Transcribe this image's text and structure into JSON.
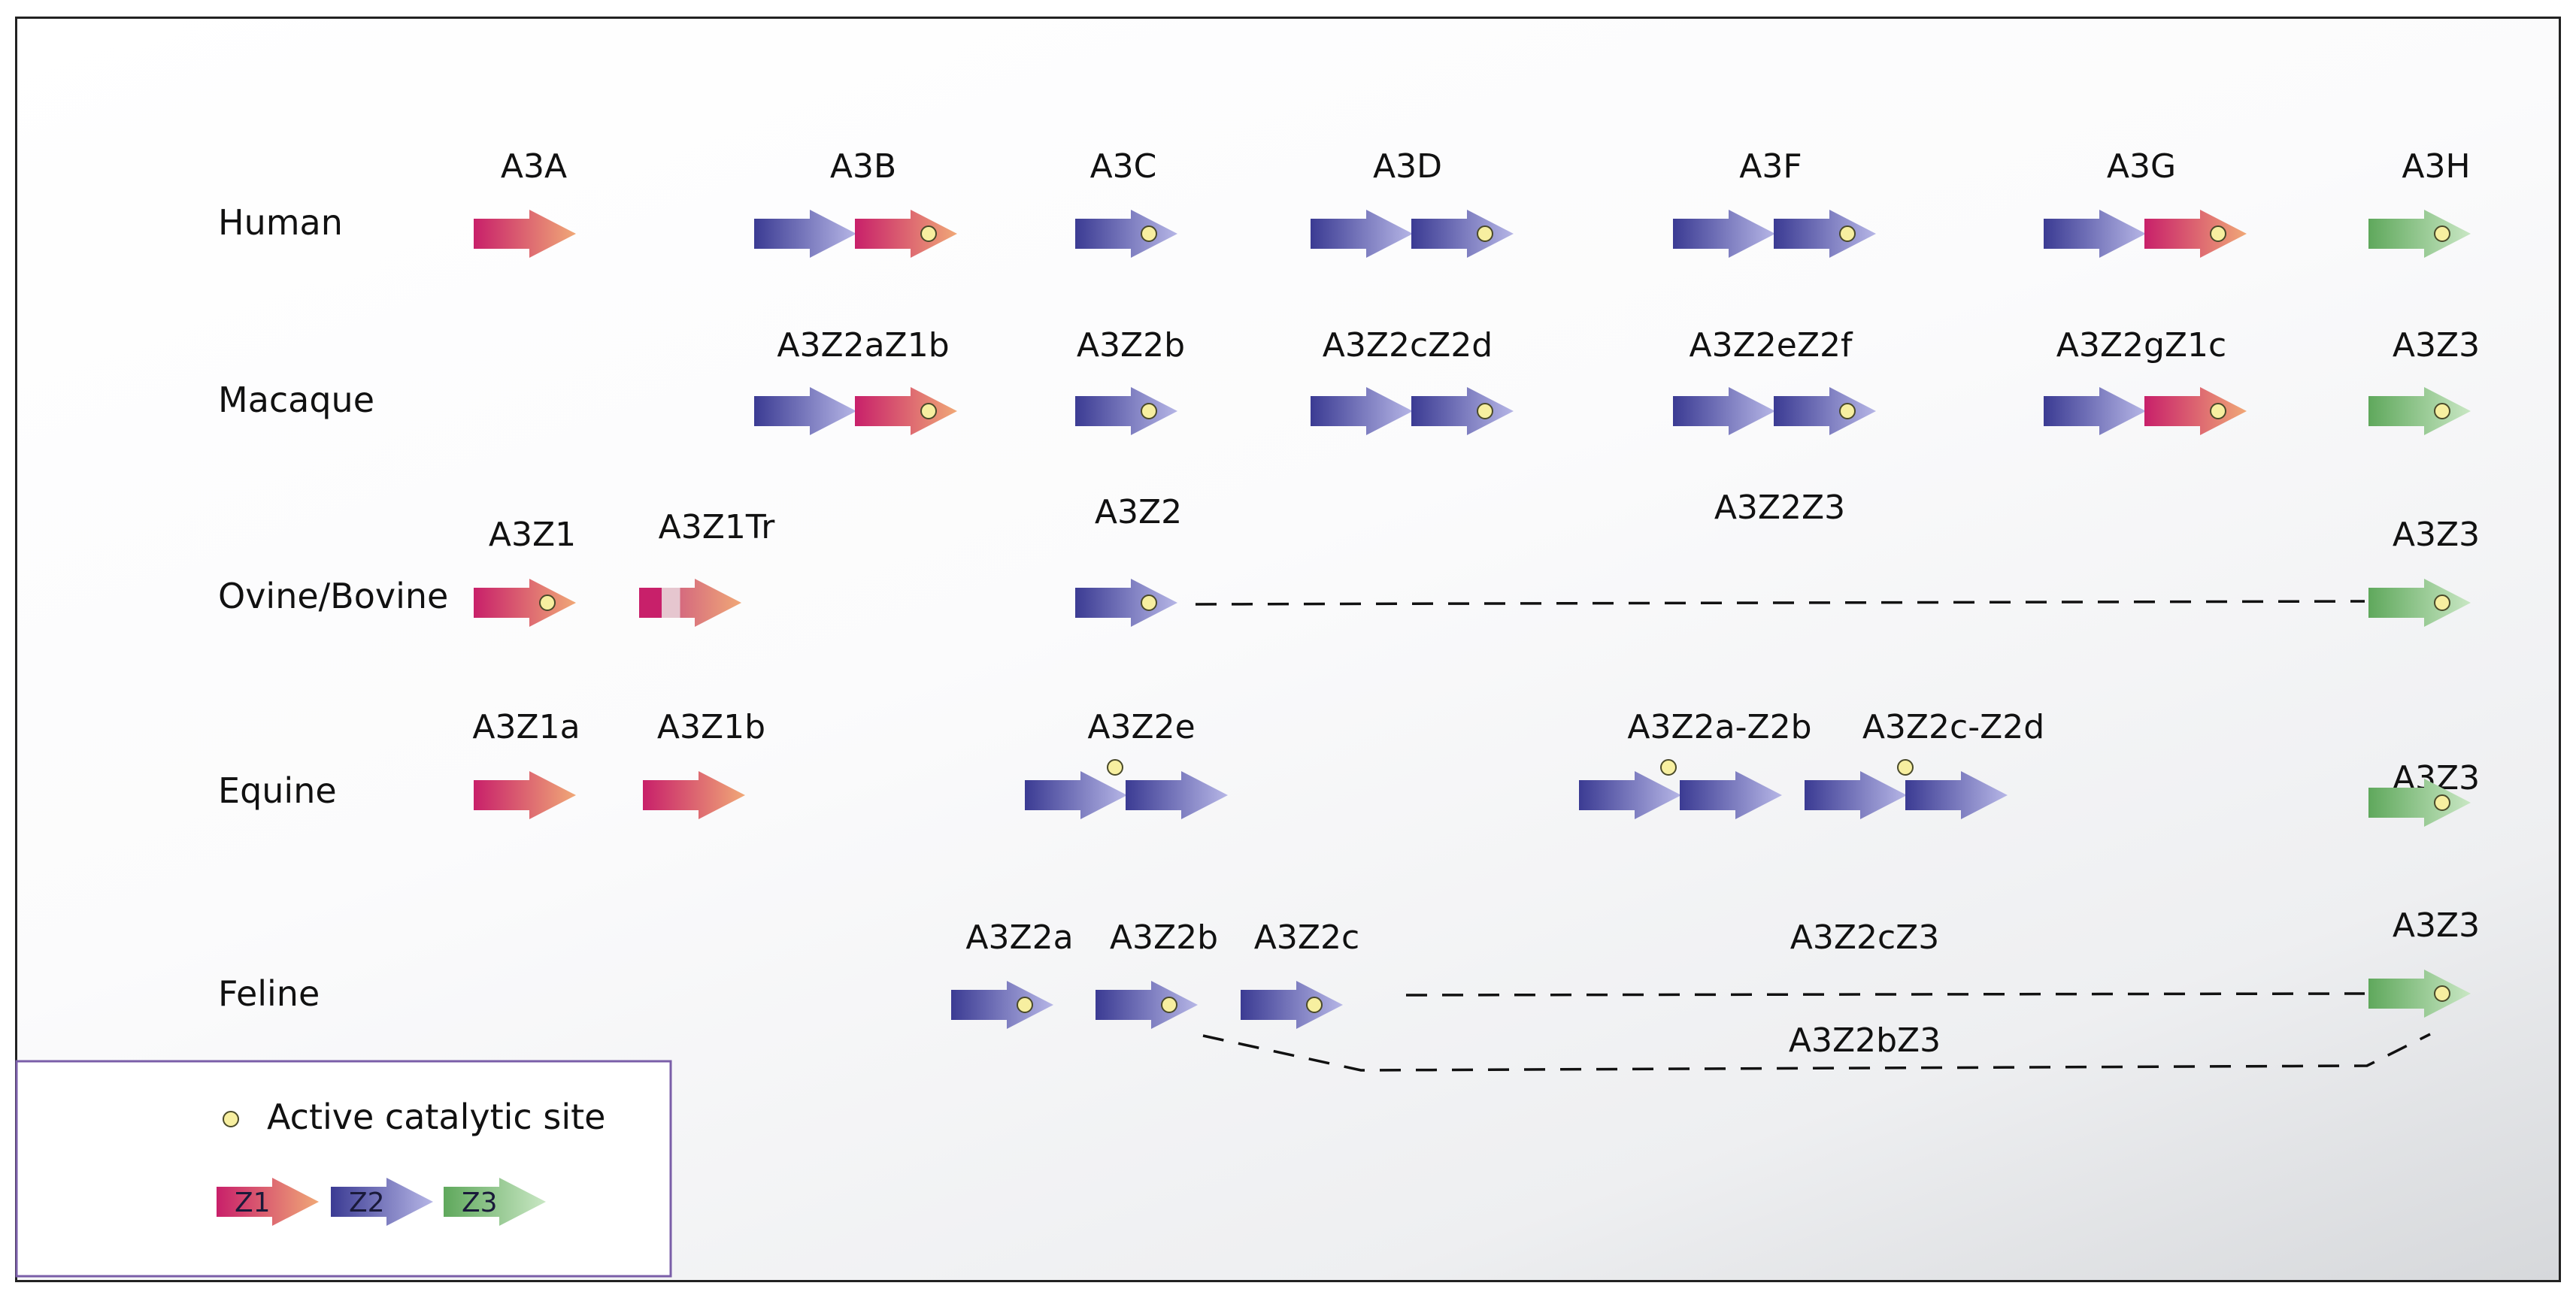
{
  "colors": {
    "Z1": [
      "#c8206a",
      "#f0a877"
    ],
    "Z2": [
      "#3b3b93",
      "#b6b6e6"
    ],
    "Z3": [
      "#5fa85c",
      "#c9e7c4"
    ],
    "site": "#f7efa0"
  },
  "rows": [
    {
      "name": "Human"
    },
    {
      "name": "Macaque"
    },
    {
      "name": "Ovine/Bovine"
    },
    {
      "name": "Equine"
    },
    {
      "name": "Feline"
    }
  ],
  "labels": [
    "A3A",
    "A3B",
    "A3C",
    "A3D",
    "A3F",
    "A3G",
    "A3H",
    "A3Z2aZ1b",
    "A3Z2b",
    "A3Z2cZ2d",
    "A3Z2eZ2f",
    "A3Z2gZ1c",
    "A3Z3",
    "A3Z1",
    "A3Z1Tr",
    "A3Z2",
    "A3Z2Z3",
    "A3Z3",
    "A3Z1a",
    "A3Z1b",
    "A3Z2e",
    "A3Z2a-Z2b",
    "A3Z2c-Z2d",
    "A3Z3",
    "A3Z2a",
    "A3Z2b",
    "A3Z2c",
    "A3Z2cZ3",
    "A3Z2bZ3",
    "A3Z3"
  ],
  "legend": {
    "site_label": "Active catalytic site",
    "domains": [
      {
        "type": "Z1",
        "label": "Z1"
      },
      {
        "type": "Z2",
        "label": "Z2"
      },
      {
        "type": "Z3",
        "label": "Z3"
      }
    ]
  }
}
